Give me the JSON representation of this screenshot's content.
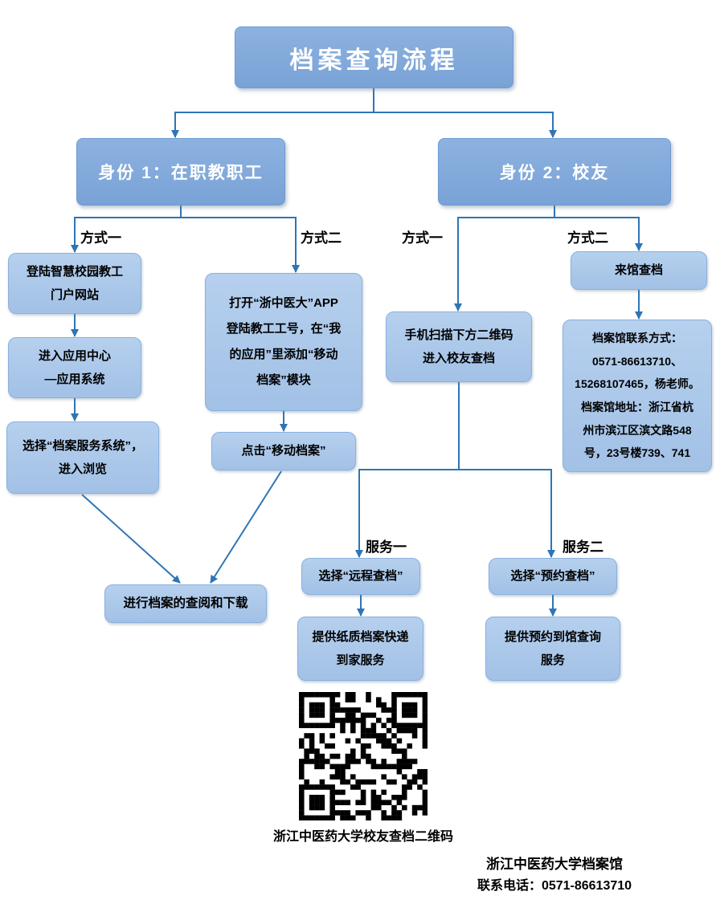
{
  "title": "档案查询流程",
  "identities": {
    "staff": "身份 1：在职教职工",
    "alumni": "身份 2：校友"
  },
  "labels": {
    "staff_method1": "方式一",
    "staff_method2": "方式二",
    "alumni_method1": "方式一",
    "alumni_method2": "方式二",
    "service1": "服务一",
    "service2": "服务二"
  },
  "staff": {
    "m1_step1": "登陆智慧校园教工\n门户网站",
    "m1_step2": "进入应用中心\n—应用系统",
    "m1_step3": "选择“档案服务系统”，\n进入浏览",
    "m2_step1": "打开“浙中医大”APP\n登陆教工工号，在“我\n的应用”里添加“移动\n档案”模块",
    "m2_step2": "点击“移动档案”",
    "final": "进行档案的查阅和下载"
  },
  "alumni": {
    "m1_step1": "手机扫描下方二维码\n进入校友查档",
    "m2_step1": "来馆查档",
    "m2_info": "档案馆联系方式：\n0571-86613710、\n15268107465，杨老师。\n档案馆地址：浙江省杭\n州市滨江区滨文路548\n号，23号楼739、741",
    "service1_step1": "选择“远程查档”",
    "service1_step2": "提供纸质档案快递\n到家服务",
    "service2_step1": "选择“预约查档”",
    "service2_step2": "提供预约到馆查询\n服务"
  },
  "qr": {
    "caption": "浙江中医药大学校友查档二维码"
  },
  "footer": {
    "org": "浙江中医药大学档案馆",
    "phone": "联系电话：0571-86613710"
  },
  "colors": {
    "header_fill": "#7fa6d9",
    "box_fill": "#abc8e9",
    "arrow": "#2e75b6"
  }
}
